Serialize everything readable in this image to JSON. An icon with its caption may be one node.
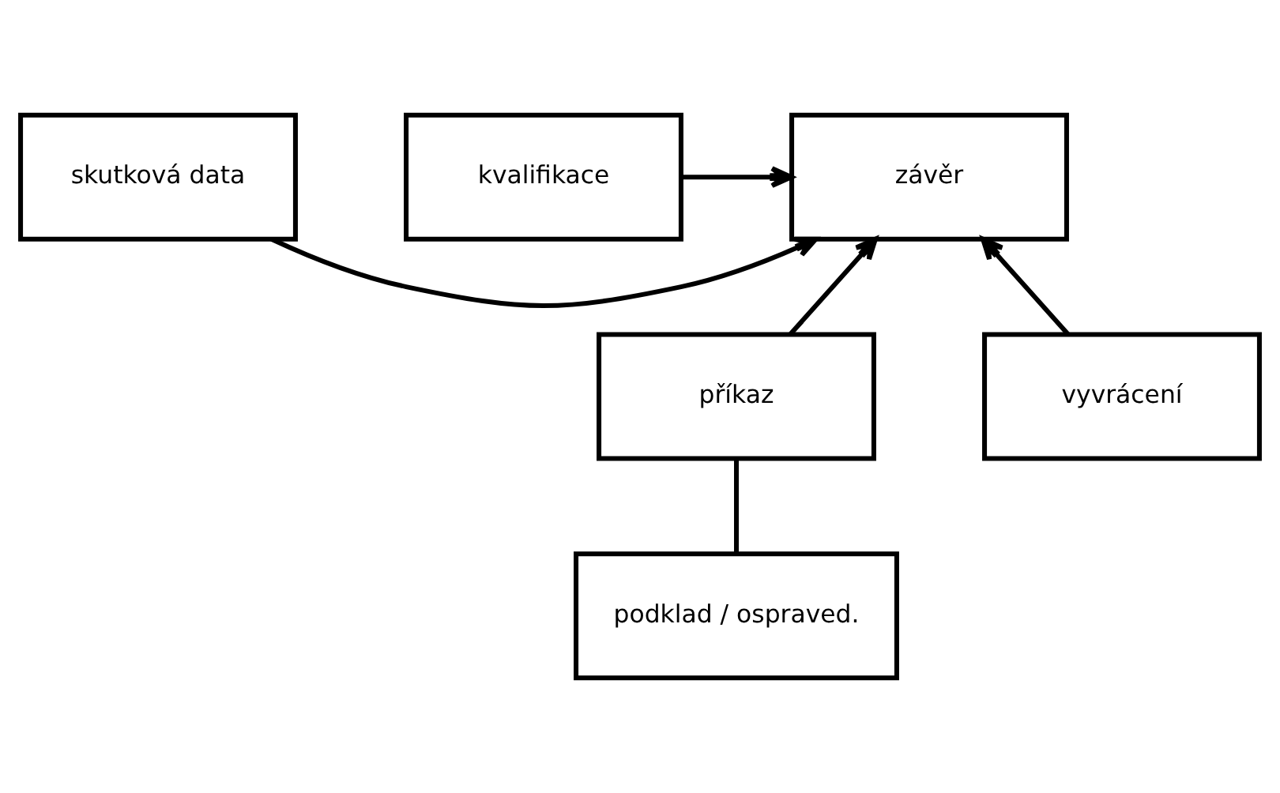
{
  "diagram": {
    "nodes": [
      {
        "text": [
          "skutková data"
        ]
      },
      {
        "text": [
          "závěr"
        ]
      },
      {
        "text": [
          "kvalifikace"
        ]
      },
      {
        "text": [
          "příkaz"
        ]
      },
      {
        "text": [
          "vyvrácení"
        ]
      },
      {
        "text": [
          "podklad / ospraved."
        ]
      }
    ],
    "edges": [
      {
        "from": 0,
        "to": 1,
        "arrow": "to"
      },
      {
        "from": 3,
        "to": 1,
        "arrow": "to"
      },
      {
        "from": 2,
        "to": 1,
        "arrow": "to"
      },
      {
        "from": 4,
        "to": 1,
        "arrow": "to"
      },
      {
        "from": 5,
        "to": 3,
        "arrow": "none"
      }
    ]
  }
}
